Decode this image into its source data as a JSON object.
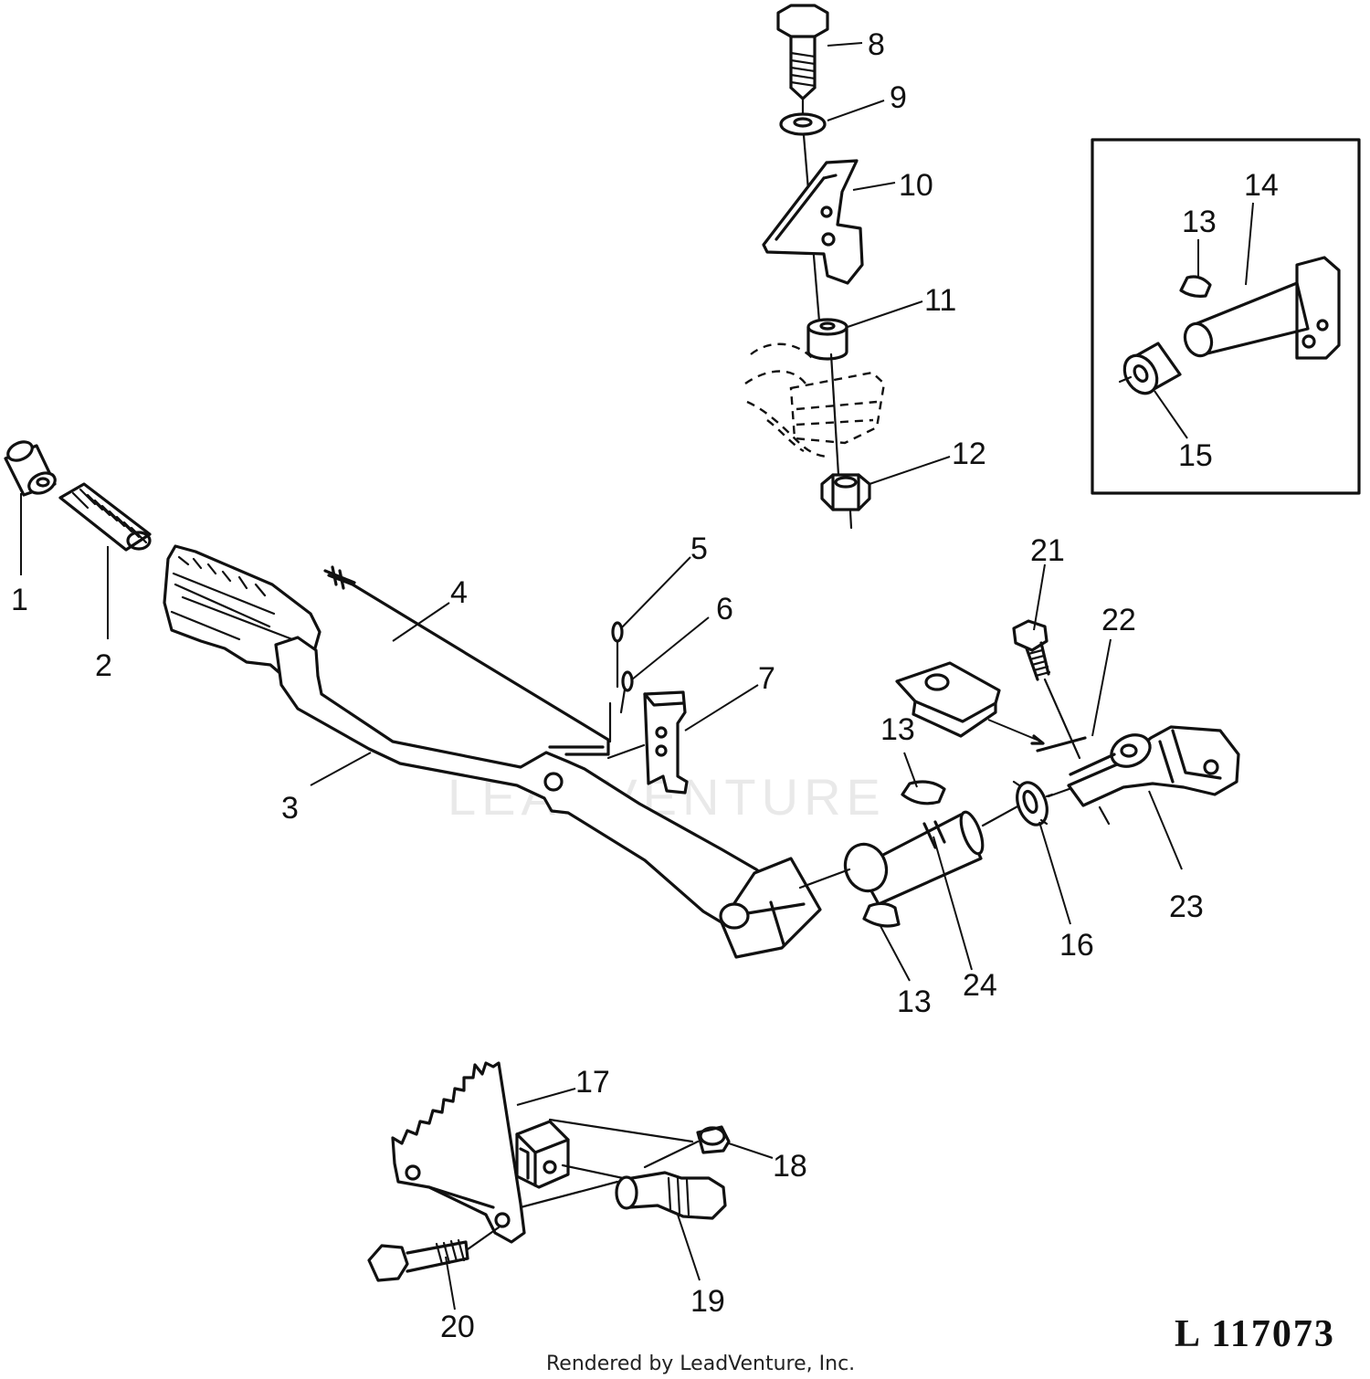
{
  "diagram": {
    "figure_id": "L 117073",
    "credit": "Rendered by LeadVenture, Inc.",
    "watermark": "LEADVENTURE",
    "callouts": {
      "c1": "1",
      "c2": "2",
      "c3": "3",
      "c4": "4",
      "c5": "5",
      "c6": "6",
      "c7": "7",
      "c8": "8",
      "c9": "9",
      "c10": "10",
      "c11": "11",
      "c12": "12",
      "c13a": "13",
      "c13b": "13",
      "c13c": "13",
      "c14": "14",
      "c15": "15",
      "c16": "16",
      "c17": "17",
      "c18": "18",
      "c19": "19",
      "c20": "20",
      "c21": "21",
      "c22": "22",
      "c23": "23",
      "c24": "24"
    }
  }
}
